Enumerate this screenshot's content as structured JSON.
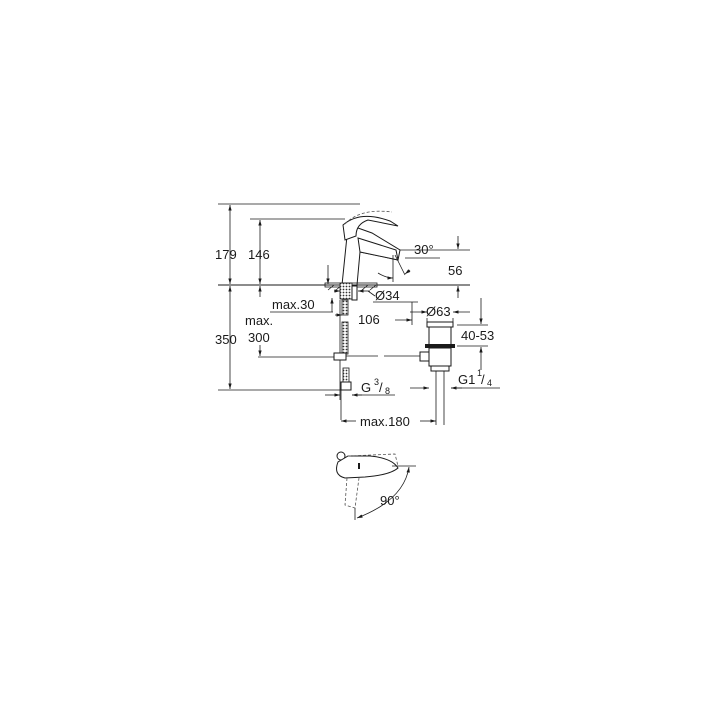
{
  "drawing": {
    "title": "Basin mixer technical drawing",
    "dimensions": {
      "total_height": "179",
      "spout_height": "146",
      "spout_offset": "56",
      "spout_angle": "30°",
      "max_deck_thickness": "max.30",
      "base_diameter": "Ø34",
      "hose_length_label_1": "max.",
      "hose_length_label_2": "300",
      "below_deck": "350",
      "projection": "106",
      "drain_diameter": "Ø63",
      "drain_range": "40-53",
      "supply_thread_main": "G",
      "supply_thread_num": "3",
      "supply_thread_den": "8",
      "drain_thread_main": "G1",
      "drain_thread_num": "1",
      "drain_thread_den": "4",
      "max_distance": "max.180",
      "lever_rotation": "90°"
    }
  }
}
